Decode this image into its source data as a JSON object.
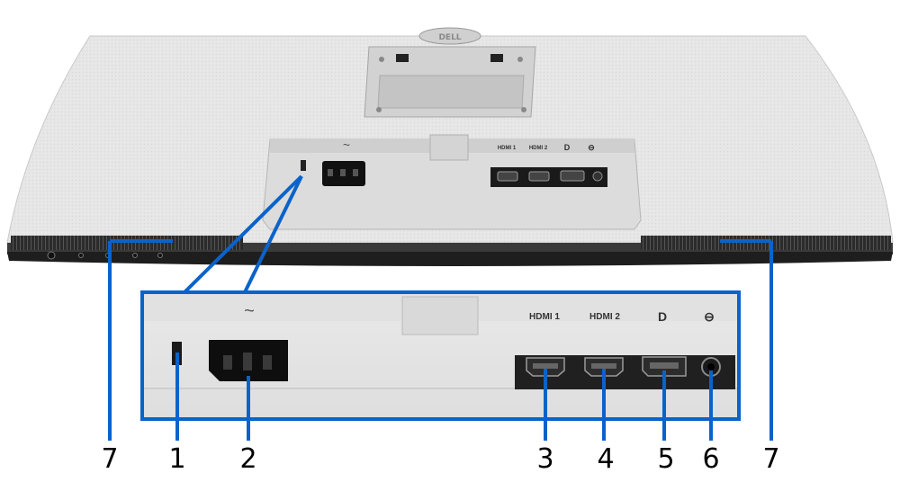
{
  "brand": "DELL",
  "symbols": {
    "power_ac": "~",
    "dp_icon": "D",
    "audio_icon": "⊖"
  },
  "labels_small": {
    "hdmi1": "HDMI 1",
    "hdmi2": "HDMI 2"
  },
  "labels_zoom": {
    "hdmi1": "HDMI 1",
    "hdmi2": "HDMI 2"
  },
  "callouts": [
    {
      "id": "speaker-left",
      "number": "7"
    },
    {
      "id": "security-slot",
      "number": "1"
    },
    {
      "id": "power-connector",
      "number": "2"
    },
    {
      "id": "hdmi-1",
      "number": "3"
    },
    {
      "id": "hdmi-2",
      "number": "4"
    },
    {
      "id": "displayport",
      "number": "5"
    },
    {
      "id": "audio-out",
      "number": "6"
    },
    {
      "id": "speaker-right",
      "number": "7"
    }
  ],
  "colors": {
    "callout_blue": "#0a63c9",
    "monitor_body": "#e3e3e3",
    "port_black": "#111111"
  },
  "icons": [
    "dell-logo-icon",
    "ac-power-icon",
    "displayport-icon",
    "audio-out-icon"
  ]
}
